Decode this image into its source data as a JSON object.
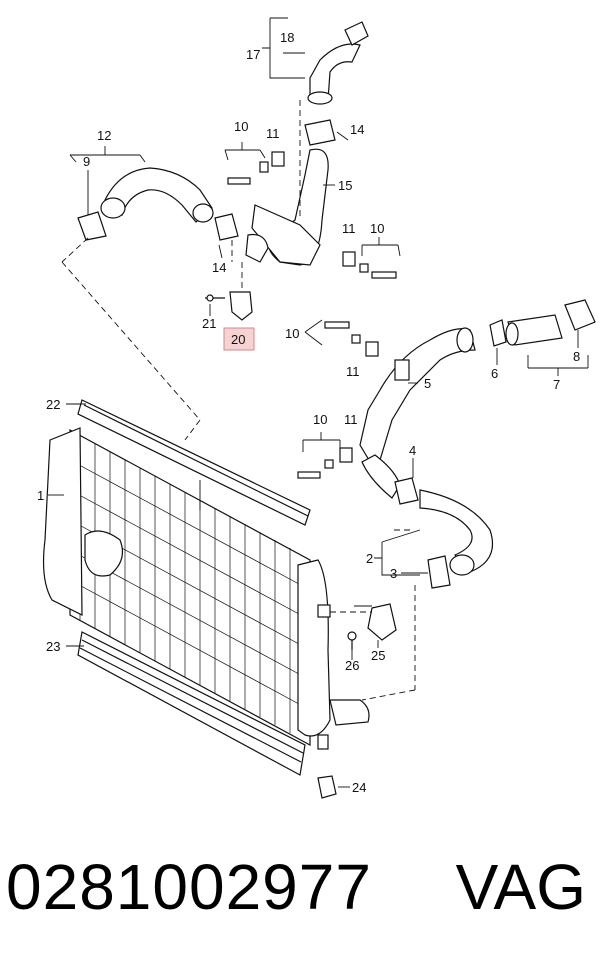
{
  "callouts": {
    "c1": "1",
    "c2": "2",
    "c3": "3",
    "c4": "4",
    "c5": "5",
    "c6": "6",
    "c7": "7",
    "c8": "8",
    "c9": "9",
    "c10a": "10",
    "c10b": "10",
    "c10c": "10",
    "c10d": "10",
    "c11a": "11",
    "c11b": "11",
    "c11c": "11",
    "c11d": "11",
    "c12": "12",
    "c14a": "14",
    "c14b": "14",
    "c15": "15",
    "c17": "17",
    "c18": "18",
    "c20": "20",
    "c21": "21",
    "c22": "22",
    "c23": "23",
    "c24": "24",
    "c25": "25",
    "c26": "26"
  },
  "footer": {
    "part_number": "0281002977",
    "brand": "VAG"
  },
  "colors": {
    "highlight": "#f6d3d3",
    "line": "#111111"
  }
}
